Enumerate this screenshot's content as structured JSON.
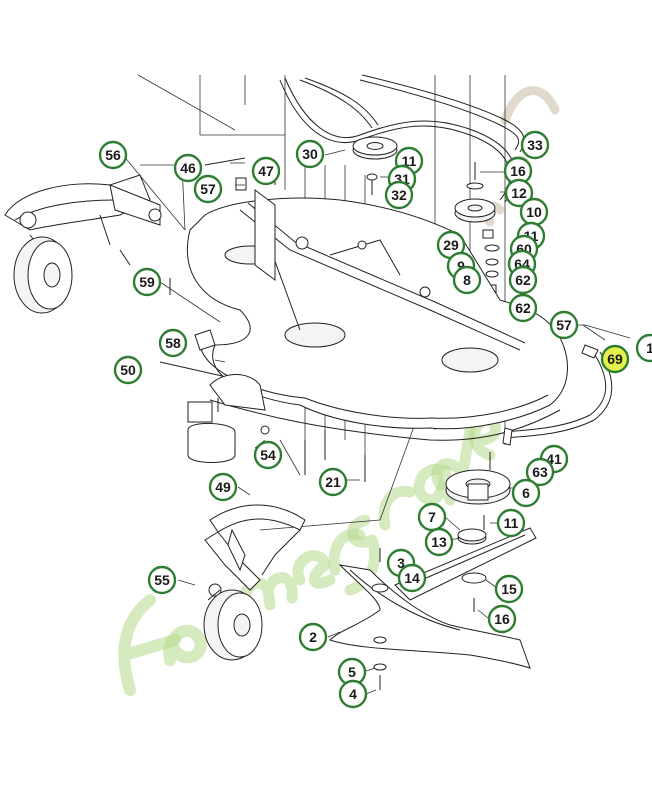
{
  "colors": {
    "callout_ring": "#2e7d32",
    "callout_highlight": "#e6f04a",
    "line": "#222222",
    "watermark_green": "#b5d98a",
    "watermark_brown": "#c9b9a0"
  },
  "watermark": {
    "text": "farmergrade.com"
  },
  "callouts": [
    {
      "label": "56"
    },
    {
      "label": "46"
    },
    {
      "label": "47"
    },
    {
      "label": "57"
    },
    {
      "label": "30"
    },
    {
      "label": "11"
    },
    {
      "label": "31"
    },
    {
      "label": "32"
    },
    {
      "label": "33"
    },
    {
      "label": "16"
    },
    {
      "label": "12"
    },
    {
      "label": "10"
    },
    {
      "label": "11"
    },
    {
      "label": "29"
    },
    {
      "label": "60"
    },
    {
      "label": "9"
    },
    {
      "label": "64"
    },
    {
      "label": "8"
    },
    {
      "label": "62"
    },
    {
      "label": "62"
    },
    {
      "label": "59"
    },
    {
      "label": "57"
    },
    {
      "label": "69",
      "highlight": true
    },
    {
      "label": "1"
    },
    {
      "label": "58"
    },
    {
      "label": "50"
    },
    {
      "label": "54"
    },
    {
      "label": "21"
    },
    {
      "label": "41"
    },
    {
      "label": "63"
    },
    {
      "label": "6"
    },
    {
      "label": "49"
    },
    {
      "label": "7"
    },
    {
      "label": "11"
    },
    {
      "label": "13"
    },
    {
      "label": "3"
    },
    {
      "label": "14"
    },
    {
      "label": "55"
    },
    {
      "label": "15"
    },
    {
      "label": "16"
    },
    {
      "label": "2"
    },
    {
      "label": "5"
    },
    {
      "label": "4"
    }
  ]
}
